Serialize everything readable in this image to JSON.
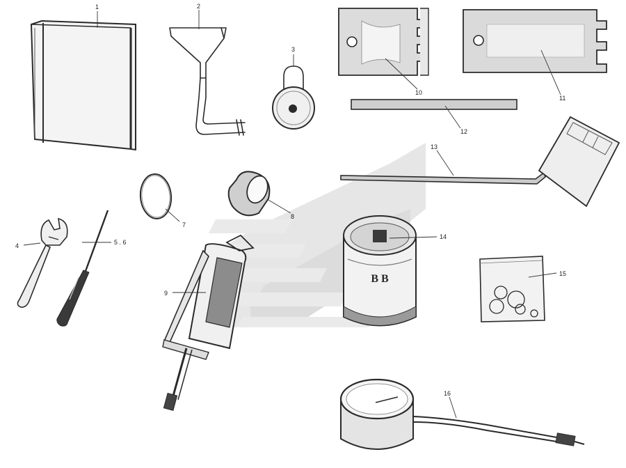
{
  "items": [
    {
      "key": "i1",
      "label": "1"
    },
    {
      "key": "i2",
      "label": "2"
    },
    {
      "key": "i3",
      "label": "3"
    },
    {
      "key": "i4",
      "label": "4"
    },
    {
      "key": "i56",
      "label": "5 . 6"
    },
    {
      "key": "i7",
      "label": "7"
    },
    {
      "key": "i8",
      "label": "8"
    },
    {
      "key": "i9",
      "label": "9"
    },
    {
      "key": "i10",
      "label": "10"
    },
    {
      "key": "i11",
      "label": "11"
    },
    {
      "key": "i12",
      "label": "12"
    },
    {
      "key": "i13",
      "label": "13"
    },
    {
      "key": "i14",
      "label": "14"
    },
    {
      "key": "i15",
      "label": "15"
    },
    {
      "key": "i16",
      "label": "16"
    }
  ],
  "can_marking": "B B",
  "colors": {
    "ink": "#2a2a2a",
    "watermark": "#e4e4e4",
    "paper": "#ffffff"
  }
}
